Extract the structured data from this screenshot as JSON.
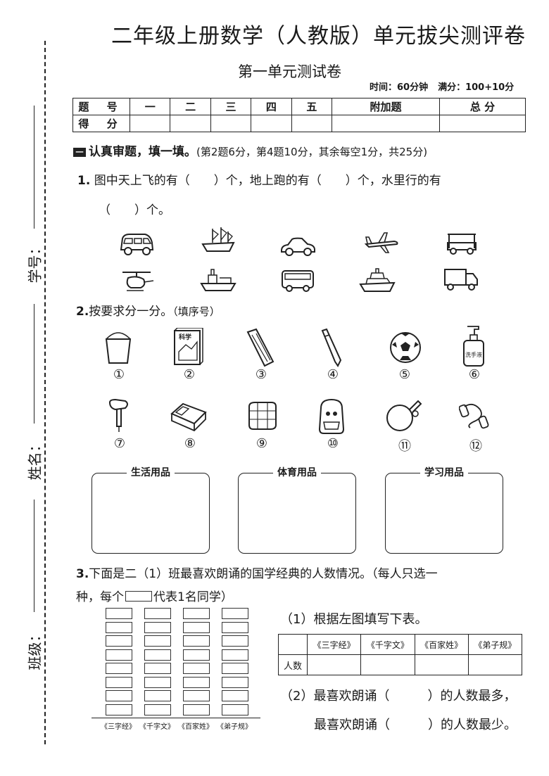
{
  "header": {
    "title": "二年级上册数学（人教版）单元拔尖测评卷",
    "subtitle": "第一单元测试卷",
    "time_label": "时间：60分钟",
    "score_label": "满分：100+10分"
  },
  "score_table": {
    "row1": [
      "题 号",
      "一",
      "二",
      "三",
      "四",
      "五",
      "附加题",
      "总 分"
    ],
    "row2_label": "得 分"
  },
  "side": {
    "student_id": "学号：",
    "name": "姓名：",
    "class": "班级："
  },
  "section1": {
    "mark": "一",
    "title": "认真审题，填一填。",
    "note": "(第2题6分，第4题10分，其余每空1分，共25分)"
  },
  "q1": {
    "number": "1.",
    "line1": "图中天上飞的有（　　）个，地上跑的有（　　）个，水里行的有",
    "line2": "（　　）个。"
  },
  "q1_icons": [
    "van-icon",
    "sailing-ship-icon",
    "car-icon",
    "airplane-icon",
    "cart-icon",
    "helicopter-icon",
    "cargo-ship-icon",
    "bus-icon",
    "cruise-ship-icon",
    "truck-icon"
  ],
  "q2": {
    "number": "2.",
    "text": "按要求分一分。",
    "note": "（填序号）"
  },
  "q2_items": [
    {
      "icon": "bucket-icon",
      "num": "①"
    },
    {
      "icon": "science-book-icon",
      "num": "②",
      "text": "科学"
    },
    {
      "icon": "pencil-case-icon",
      "num": "③"
    },
    {
      "icon": "pen-icon",
      "num": "④"
    },
    {
      "icon": "soccer-ball-icon",
      "num": "⑤"
    },
    {
      "icon": "hand-sanitizer-icon",
      "num": "⑥",
      "text": "洗手液"
    },
    {
      "icon": "hair-dryer-icon",
      "num": "⑦"
    },
    {
      "icon": "bed-icon",
      "num": "⑧"
    },
    {
      "icon": "blanket-icon",
      "num": "⑨"
    },
    {
      "icon": "backpack-icon",
      "num": "⑩"
    },
    {
      "icon": "ping-pong-paddle-icon",
      "num": "⑪"
    },
    {
      "icon": "jump-rope-icon",
      "num": "⑫"
    }
  ],
  "categories": [
    "生活用品",
    "体育用品",
    "学习用品"
  ],
  "q3": {
    "number": "3.",
    "line1": "下面是二（1）班最喜欢朗诵的国学经典的人数情况。（每人只选一",
    "line2_a": "种，每个",
    "line2_b": "代表1名同学）",
    "sub1": "（1）根据左图填写下表。",
    "row_label": "人数",
    "books": [
      "《三字经》",
      "《千字文》",
      "《百家姓》",
      "《弟子规》"
    ],
    "sub2_a": "（2）最喜欢朗诵（　　　）的人数最多，",
    "sub2_b": "最喜欢朗诵（　　　）的人数最少。"
  },
  "chart_data": {
    "type": "bar",
    "categories": [
      "《三字经》",
      "《千字文》",
      "《百家姓》",
      "《弟子规》"
    ],
    "values": [
      8,
      8,
      8,
      8
    ]
  }
}
